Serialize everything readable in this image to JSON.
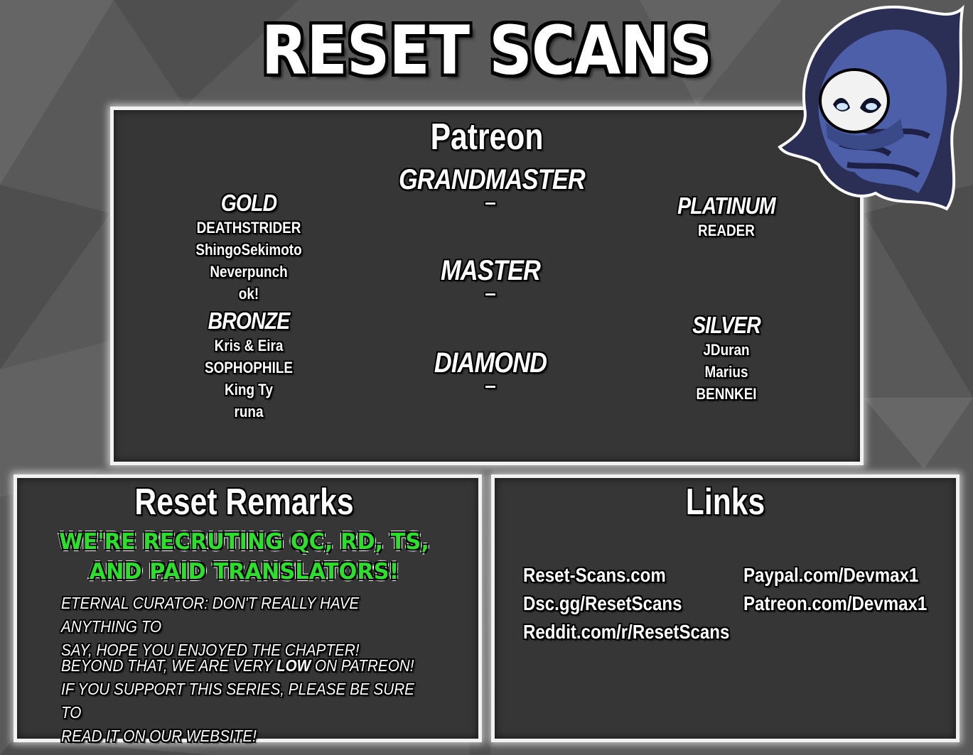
{
  "site_title": "RESET SCANS",
  "patreon": {
    "title": "Patreon",
    "tiers": {
      "gold": {
        "name": "GOLD",
        "members": [
          "DEATHSTRIDER",
          "ShingoSekimoto",
          "Neverpunch",
          "ok!"
        ]
      },
      "bronze": {
        "name": "BRONZE",
        "members": [
          "Kris & Eira",
          "SOPHOPHILE",
          "King Ty",
          "runa"
        ]
      },
      "grandmaster": {
        "name": "GRANDMASTER",
        "members": [
          "–"
        ]
      },
      "master": {
        "name": "MASTER",
        "members": [
          "–"
        ]
      },
      "diamond": {
        "name": "DIAMOND",
        "members": [
          "–"
        ]
      },
      "platinum": {
        "name": "PLATINUM",
        "members": [
          "READER"
        ]
      },
      "silver": {
        "name": "SILVER",
        "members": [
          "JDuran",
          "Marius",
          "BENNKEI"
        ]
      }
    }
  },
  "remarks": {
    "title": "Reset Remarks",
    "recruit_line1": "WE'RE RECRUTING QC, RD, TS,",
    "recruit_line2": "AND PAID TRANSLATORS!",
    "curator_line1": "ETERNAL CURATOR: DON'T REALLY HAVE ANYTHING TO",
    "curator_line2": "SAY, HOPE YOU ENJOYED THE CHAPTER!",
    "note_line1_a": "BEYOND THAT, WE ARE VERY ",
    "note_line1_b": "LOW",
    "note_line1_c": " ON PATREON!",
    "note_line2": "IF YOU SUPPORT THIS SERIES, PLEASE BE SURE TO",
    "note_line3": "READ IT ON OUR WEBSITE!"
  },
  "links": {
    "title": "Links",
    "left": [
      "Reset-Scans.com",
      "Dsc.gg/ResetScans",
      "Reddit.com/r/ResetScans"
    ],
    "right": [
      "Paypal.com/Devmax1",
      "Patreon.com/Devmax1"
    ]
  },
  "colors": {
    "background": "#595959",
    "panel": "#363636",
    "recruit_green": "#2be02b",
    "mascot_cloak": "#4d5fa8"
  },
  "icons": {
    "mascot": "hooded-mascot-icon"
  }
}
